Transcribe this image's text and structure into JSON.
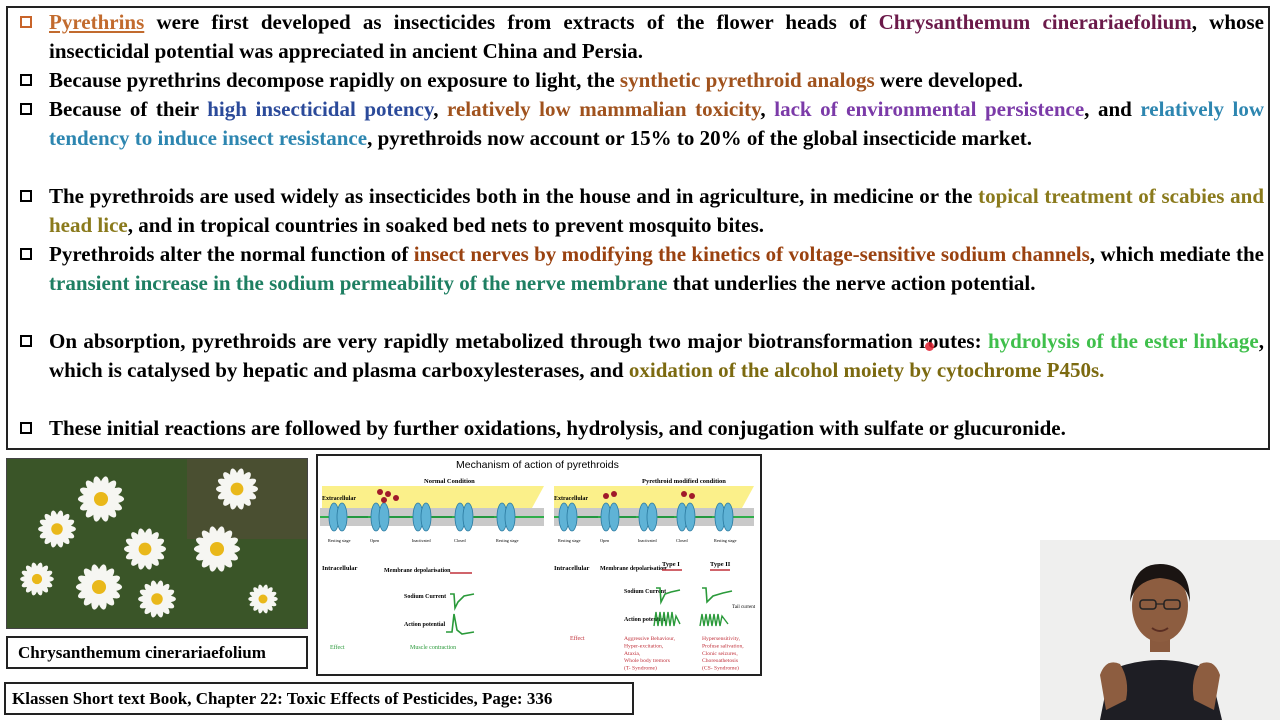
{
  "bullets": [
    {
      "segments": [
        {
          "text": "Pyrethrins",
          "cls": "c-orange uline"
        },
        {
          "text": " were first developed as insecticides from extracts of the flower heads of "
        },
        {
          "text": "Chrysanthemum cinerariaefolium",
          "cls": "c-purple"
        },
        {
          "text": ", whose insecticidal potential was appreciated in ancient China and Persia."
        }
      ]
    },
    {
      "segments": [
        {
          "text": "Because pyrethrins decompose rapidly on exposure to light, the "
        },
        {
          "text": "synthetic pyrethroid analogs",
          "cls": "c-brown"
        },
        {
          "text": " were developed."
        }
      ]
    },
    {
      "segments": [
        {
          "text": "Because of their "
        },
        {
          "text": "high insecticidal potency",
          "cls": "c-navy"
        },
        {
          "text": ", "
        },
        {
          "text": "relatively low mammalian toxicity",
          "cls": "c-brown"
        },
        {
          "text": ", "
        },
        {
          "text": "lack of environmental persistence",
          "cls": "c-violet"
        },
        {
          "text": ", and "
        },
        {
          "text": "relatively low tendency to induce insect resistance",
          "cls": "c-teal"
        },
        {
          "text": ", pyrethroids now account or 15% to 20% of the global insecticide market."
        }
      ]
    },
    {
      "segments": [
        {
          "text": "The pyrethroids are used widely as insecticides both in the house and in agriculture, in medicine or the "
        },
        {
          "text": "topical treatment of scabies and head lice",
          "cls": "c-olive"
        },
        {
          "text": ", and in tropical countries in soaked bed nets to prevent mosquito bites."
        }
      ]
    },
    {
      "segments": [
        {
          "text": "Pyrethroids alter the normal function of "
        },
        {
          "text": "insect nerves by modifying the kinetics of voltage-sensitive sodium channels",
          "cls": "c-dbrown"
        },
        {
          "text": ", which mediate the "
        },
        {
          "text": "transient increase in the sodium permeability of the nerve membrane",
          "cls": "c-green"
        },
        {
          "text": " that underlies the nerve action potential."
        }
      ]
    },
    {
      "segments": [
        {
          "text": "On absorption, pyrethroids are very rapidly metabolized through two major biotransformation routes: "
        },
        {
          "text": "hydrolysis of the ester linkage",
          "cls": "c-lgreen"
        },
        {
          "text": ", which is catalysed by hepatic and plasma carboxylesterases, and "
        },
        {
          "text": "oxidation of the alcohol moiety by cytochrome P450s.",
          "cls": "c-dolive"
        }
      ]
    },
    {
      "segments": [
        {
          "text": "These initial reactions are followed by further oxidations, hydrolysis, and conjugation with sulfate or glucuronide."
        }
      ]
    }
  ],
  "caption": "Chrysanthemum cinerariaefolium",
  "reference": "Klassen Short text Book, Chapter 22: Toxic Effects of Pesticides, Page: 336",
  "diagram": {
    "title": "Mechanism of action of pyrethroids",
    "normal_title": "Normal Condition",
    "modified_title": "Pyrethroid modified condition",
    "extracellular": "Extracellular",
    "intracellular": "Intracellular",
    "membrane_depol": "Membrane depolarisation",
    "sodium_current": "Sodium Current",
    "action_potential": "Action potential",
    "effect": "Effect",
    "normal_stages": [
      "Resting stage",
      "Open",
      "Inactivated",
      "Closed",
      "Resting stage"
    ],
    "modified_stages": [
      "Resting stage",
      "Open",
      "Inactivated",
      "Closed",
      "Resting stage"
    ],
    "muscle": "Muscle contraction",
    "type1": "Type I",
    "type2": "Type II",
    "tail_current": "Tail current",
    "effects_type1": [
      "Aggressive Behaviour,",
      "Hyper-excitation,",
      "Ataxia,",
      "Whole body tremors",
      "(T- Syndrome)"
    ],
    "effects_type2": [
      "Hypersensitivity,",
      "Profuse salivation,",
      "Clonic seizures,",
      "Choreoathetosis",
      "(CS- Syndrome)"
    ]
  },
  "colors": {
    "accent_bullet": "#c8642a",
    "red_text": "#c0303a",
    "green_text": "#2a9a3a"
  }
}
